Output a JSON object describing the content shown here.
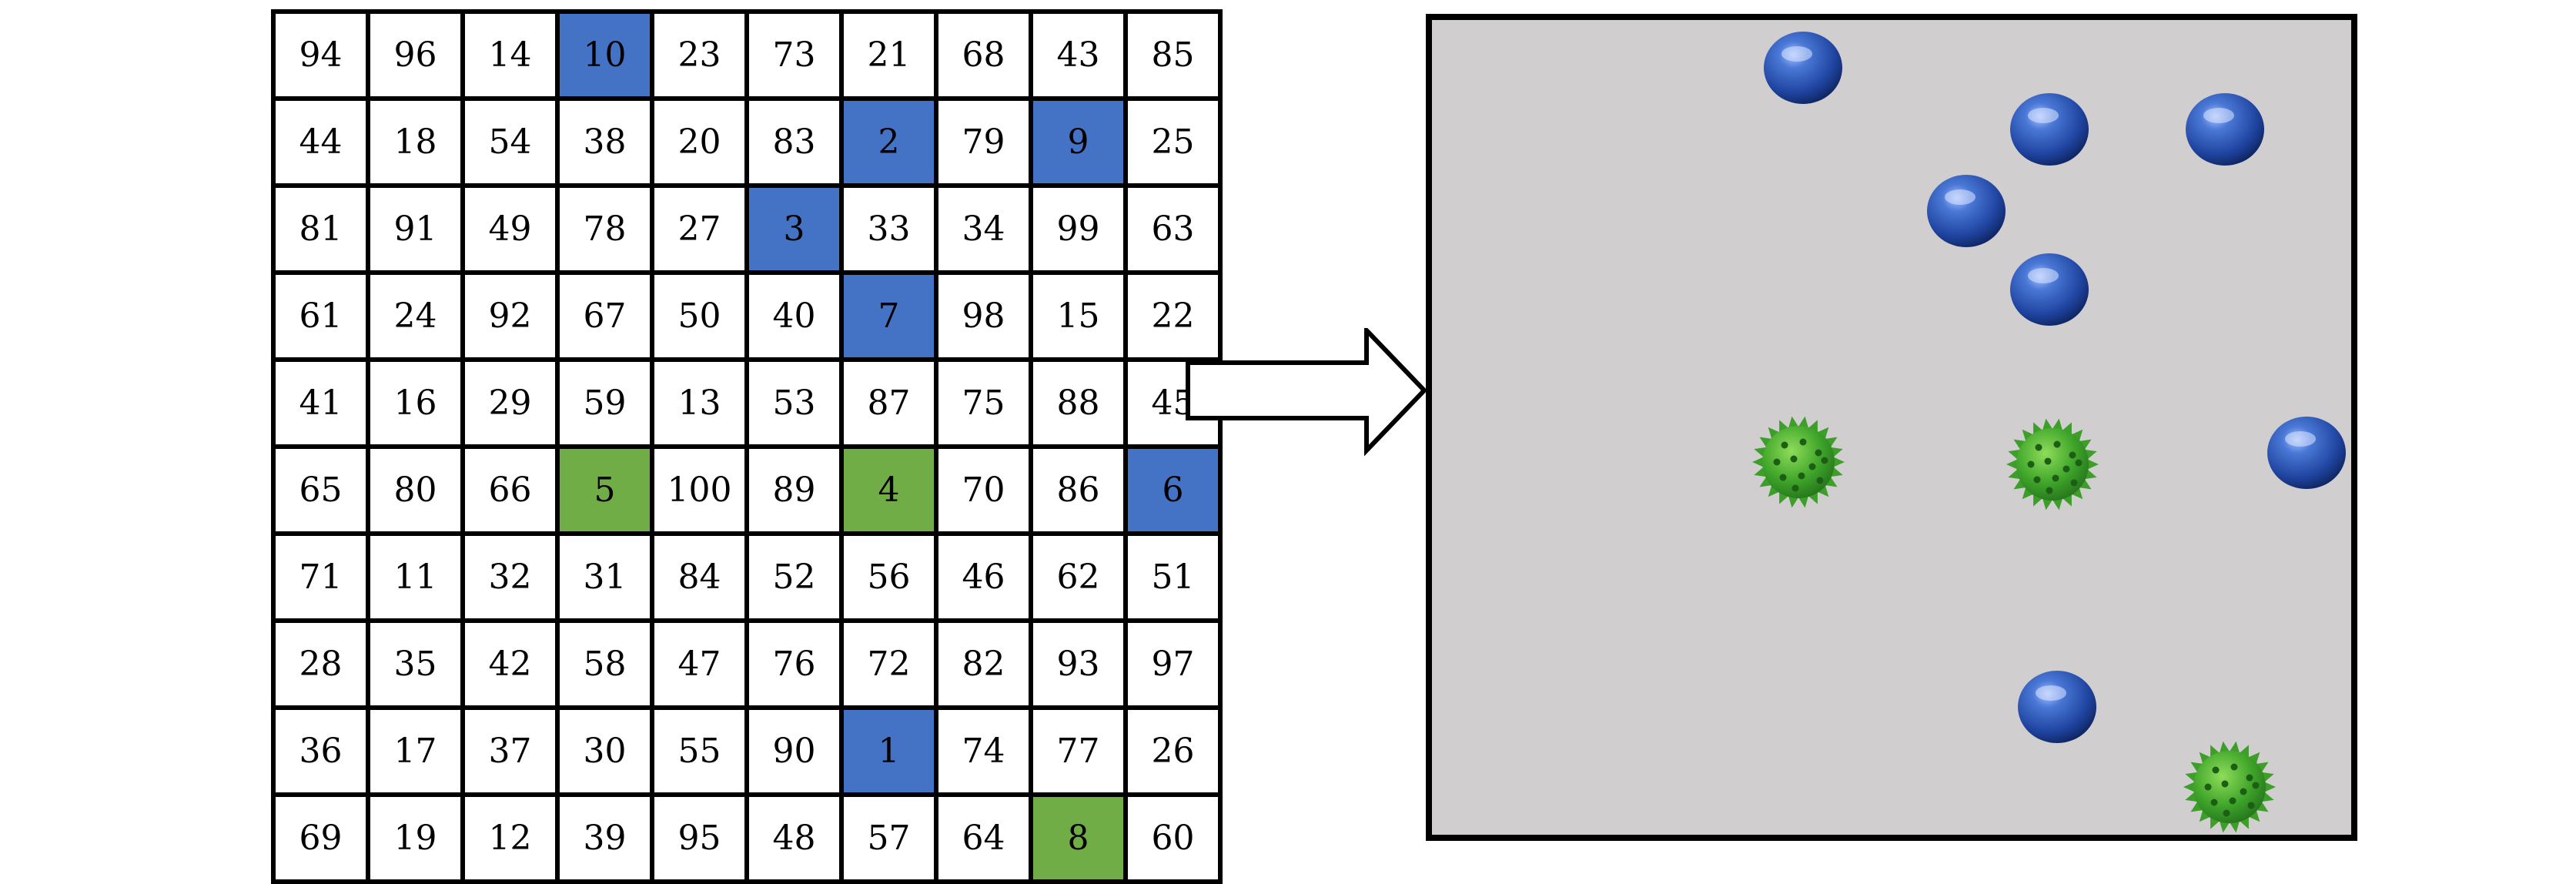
{
  "colors": {
    "blue_highlight": "#4472c4",
    "green_highlight": "#70ad47",
    "field_background": "#d0cecf",
    "grid_line": "#000000"
  },
  "grid": {
    "rows": [
      [
        94,
        96,
        14,
        10,
        23,
        73,
        21,
        68,
        43,
        85
      ],
      [
        44,
        18,
        54,
        38,
        20,
        83,
        2,
        79,
        9,
        25
      ],
      [
        81,
        91,
        49,
        78,
        27,
        3,
        33,
        34,
        99,
        63
      ],
      [
        61,
        24,
        92,
        67,
        50,
        40,
        7,
        98,
        15,
        22
      ],
      [
        41,
        16,
        29,
        59,
        13,
        53,
        87,
        75,
        88,
        45
      ],
      [
        65,
        80,
        66,
        5,
        100,
        89,
        4,
        70,
        86,
        6
      ],
      [
        71,
        11,
        32,
        31,
        84,
        52,
        56,
        46,
        62,
        51
      ],
      [
        28,
        35,
        42,
        58,
        47,
        76,
        72,
        82,
        93,
        97
      ],
      [
        36,
        17,
        37,
        30,
        55,
        90,
        1,
        74,
        77,
        26
      ],
      [
        69,
        19,
        12,
        39,
        95,
        48,
        57,
        64,
        8,
        60
      ]
    ],
    "blue_values": [
      10,
      2,
      9,
      3,
      7,
      6,
      1
    ],
    "green_values": [
      5,
      4,
      8
    ]
  },
  "field": {
    "blue_sphere_icon": "blue-sphere-icon",
    "green_spiky_ball_icon": "green-spiky-ball-icon",
    "blue_sphere_count": 7,
    "green_spiky_ball_count": 3
  }
}
